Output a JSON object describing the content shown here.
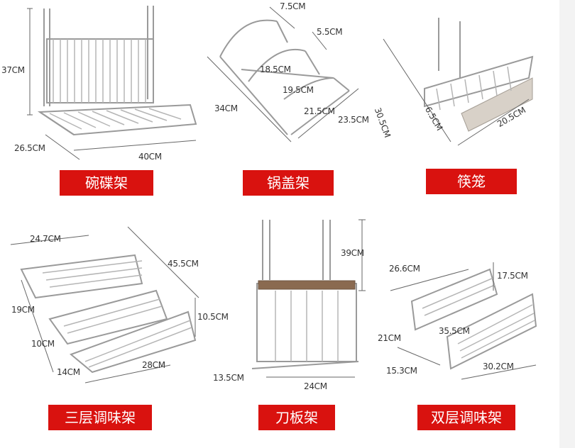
{
  "accent_color": "#d9120f",
  "products": [
    {
      "label": "碗碟架",
      "icon": "dish-rack-icon",
      "dimensions": [
        "37CM",
        "26.5CM",
        "40CM"
      ]
    },
    {
      "label": "锅盖架",
      "icon": "pot-lid-rack-icon",
      "dimensions": [
        "7.5CM",
        "5.5CM",
        "18.5CM",
        "19.5CM",
        "34CM",
        "21.5CM",
        "23.5CM"
      ]
    },
    {
      "label": "筷笼",
      "icon": "chopstick-holder-icon",
      "dimensions": [
        "30.5CM",
        "6.5CM",
        "20.5CM"
      ]
    },
    {
      "label": "三层调味架",
      "icon": "three-tier-spice-rack-icon",
      "dimensions": [
        "24.7CM",
        "45.5CM",
        "10.5CM",
        "19CM",
        "10CM",
        "14CM",
        "28CM"
      ]
    },
    {
      "label": "刀板架",
      "icon": "knife-board-rack-icon",
      "dimensions": [
        "39CM",
        "13.5CM",
        "24CM"
      ]
    },
    {
      "label": "双层调味架",
      "icon": "two-tier-spice-rack-icon",
      "dimensions": [
        "26.6CM",
        "17.5CM",
        "21CM",
        "35.5CM",
        "15.3CM",
        "30.2CM"
      ]
    }
  ]
}
